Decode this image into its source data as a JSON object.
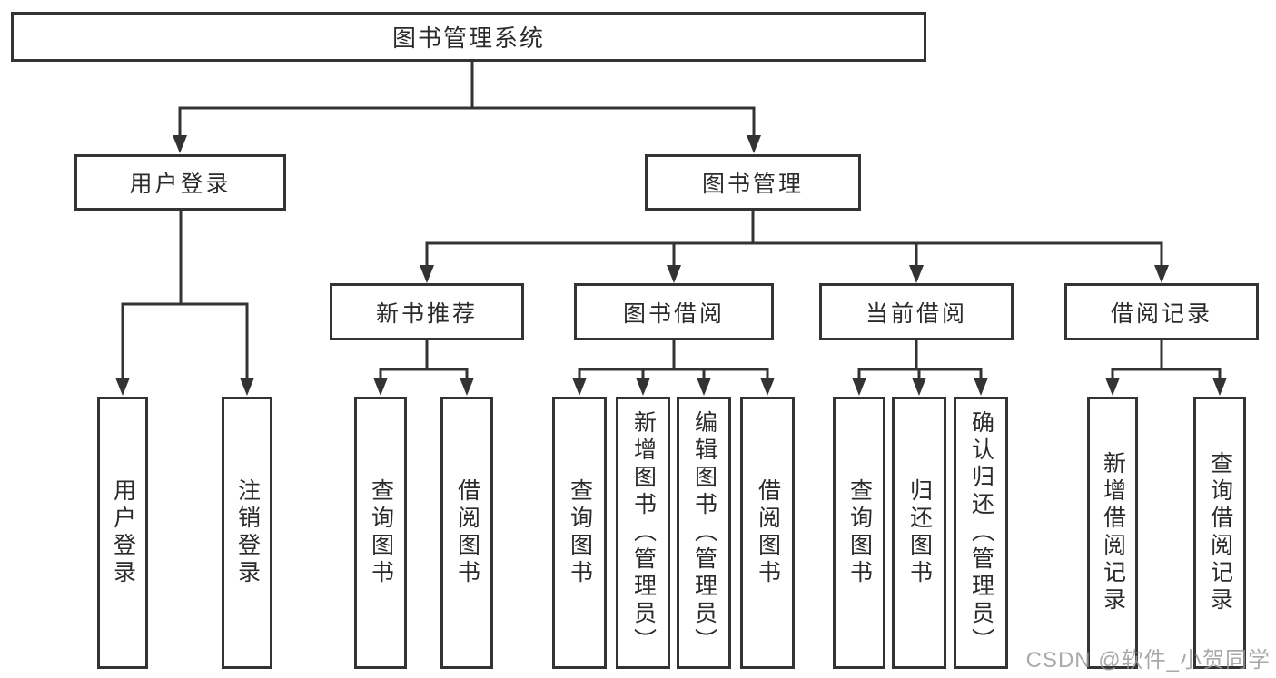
{
  "diagram_title": "图书管理系统",
  "tree": {
    "root": {
      "label": "图书管理系统",
      "children": [
        {
          "label": "用户登录",
          "children": [
            {
              "label": "用户登录"
            },
            {
              "label": "注销登录"
            }
          ]
        },
        {
          "label": "图书管理",
          "children": [
            {
              "label": "新书推荐",
              "children": [
                {
                  "label": "查询图书"
                },
                {
                  "label": "借阅图书"
                }
              ]
            },
            {
              "label": "图书借阅",
              "children": [
                {
                  "label": "查询图书"
                },
                {
                  "label": "新增图书（管理员）"
                },
                {
                  "label": "编辑图书（管理员）"
                },
                {
                  "label": "借阅图书"
                }
              ]
            },
            {
              "label": "当前借阅",
              "children": [
                {
                  "label": "查询图书"
                },
                {
                  "label": "归还图书"
                },
                {
                  "label": "确认归还（管理员）"
                }
              ]
            },
            {
              "label": "借阅记录",
              "children": [
                {
                  "label": "新增借阅记录"
                },
                {
                  "label": "查询借阅记录"
                }
              ]
            }
          ]
        }
      ]
    }
  },
  "icons": {
    "arrow_down_icon": "filled triangle pointing down"
  },
  "colors": {
    "line": "#333333",
    "text": "#2b2b2b",
    "node_background": "#ffffff",
    "watermark": "#9a9a9a"
  },
  "watermark": {
    "text": "CSDN @软件_小贺同学"
  }
}
